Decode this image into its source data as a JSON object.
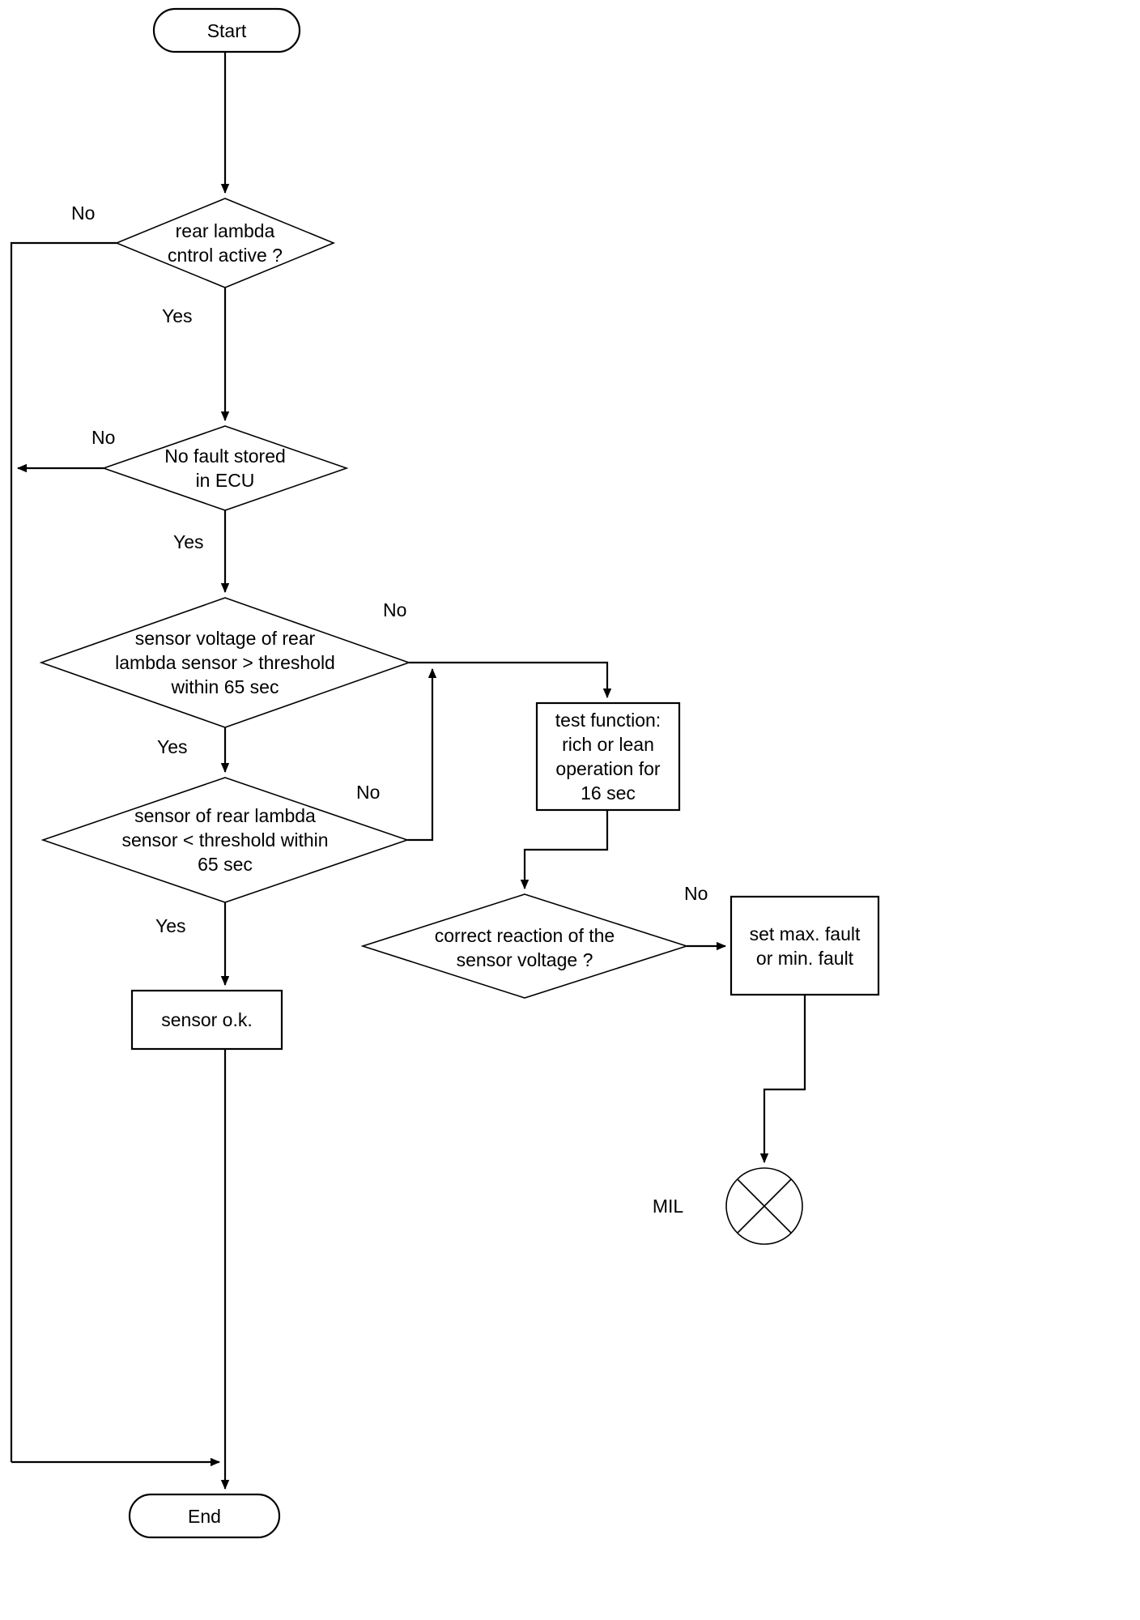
{
  "diagram": {
    "title": "rear lambda sensor diagnosis flowchart",
    "background": "#ffffff",
    "stroke": "#000000",
    "nodes": {
      "start": {
        "label": "Start",
        "shape": "terminator"
      },
      "d_control_active": {
        "label": "rear lambda\ncntrol active ?",
        "shape": "decision"
      },
      "d_no_fault": {
        "label": "No fault stored\nin ECU",
        "shape": "decision"
      },
      "d_voltage_above": {
        "label": "sensor voltage of rear\nlambda sensor > threshold\nwithin 65 sec",
        "shape": "decision"
      },
      "d_voltage_below": {
        "label": "sensor of rear lambda\nsensor < threshold within\n65 sec",
        "shape": "decision"
      },
      "p_sensor_ok": {
        "label": "sensor o.k.",
        "shape": "process"
      },
      "p_test_function": {
        "label": "test function:\nrich or lean\noperation for\n16 sec",
        "shape": "process"
      },
      "d_correct_reaction": {
        "label": "correct reaction  of the\nsensor voltage ?",
        "shape": "decision"
      },
      "p_set_fault": {
        "label": "set max. fault\nor min. fault",
        "shape": "process"
      },
      "mil": {
        "label": "MIL",
        "shape": "circle-x"
      },
      "end": {
        "label": "End",
        "shape": "terminator"
      }
    },
    "edge_labels": {
      "control_no": "No",
      "control_yes": "Yes",
      "fault_no": "No",
      "fault_yes": "Yes",
      "above_no": "No",
      "above_yes": "Yes",
      "below_no": "No",
      "below_yes": "Yes",
      "reaction_no": "No"
    }
  }
}
